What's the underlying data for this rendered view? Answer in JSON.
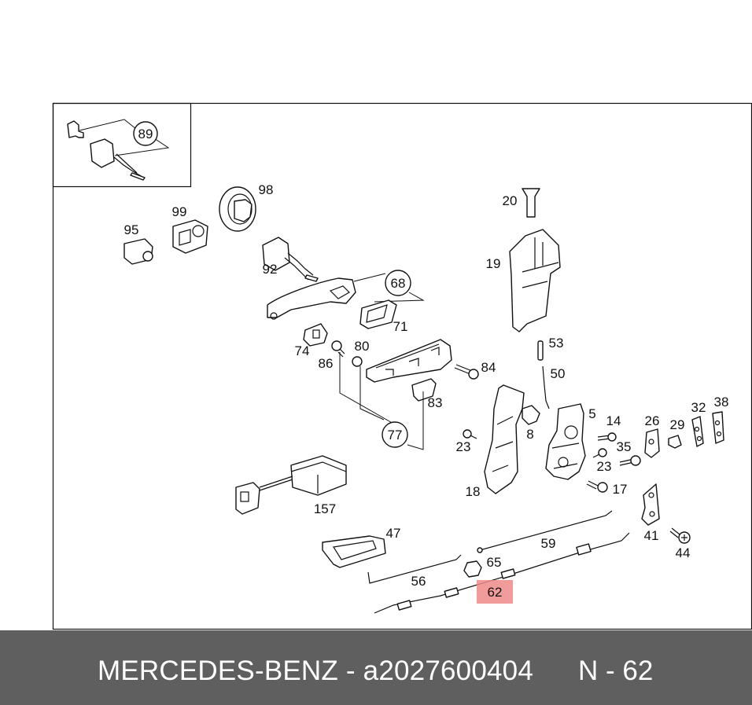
{
  "footer": {
    "brand_part": "MERCEDES-BENZ - a2027600404",
    "page_ref": "N - 62"
  },
  "callouts": {
    "c20": "20",
    "c19": "19",
    "c98": "98",
    "c99": "99",
    "c95": "95",
    "c92": "92",
    "c89": "89",
    "c68": "68",
    "c71": "71",
    "c74": "74",
    "c80": "80",
    "c86": "86",
    "c84": "84",
    "c83": "83",
    "c77": "77",
    "c53": "53",
    "c50": "50",
    "c5": "5",
    "c8": "8",
    "c14": "14",
    "c26": "26",
    "c29": "29",
    "c32": "32",
    "c38": "38",
    "c35": "35",
    "c23a": "23",
    "c23b": "23",
    "c17": "17",
    "c18": "18",
    "c157": "157",
    "c47": "47",
    "c59": "59",
    "c41": "41",
    "c44": "44",
    "c65": "65",
    "c56": "56"
  },
  "highlight": {
    "label": "62",
    "color": "#f08a8a"
  }
}
